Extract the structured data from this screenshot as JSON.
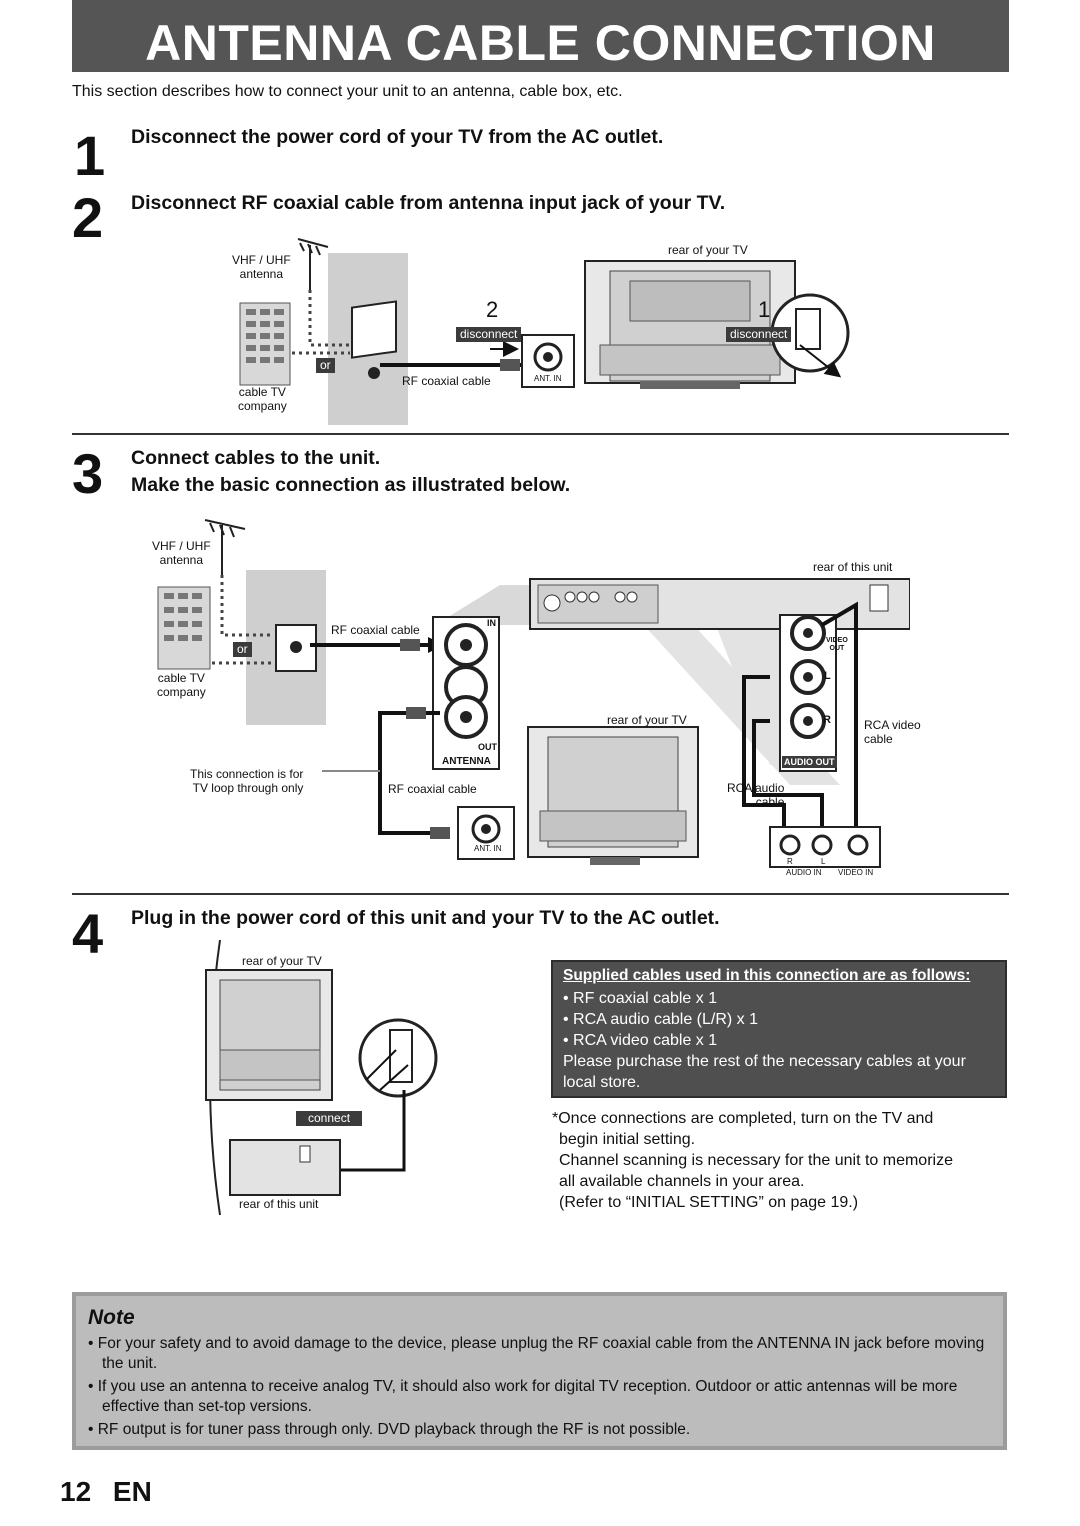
{
  "title": "ANTENNA CABLE CONNECTION",
  "intro": "This section describes how to connect your unit to an antenna, cable box, etc.",
  "steps": [
    {
      "num": "1",
      "heading": "Disconnect the power cord of your TV from the AC outlet."
    },
    {
      "num": "2",
      "heading": "Disconnect RF coaxial cable from antenna input jack of your TV."
    },
    {
      "num": "3",
      "heading": "Connect cables to the unit.",
      "heading2": "Make the basic connection as illustrated below."
    },
    {
      "num": "4",
      "heading": "Plug in the power cord of this unit and your TV to the AC outlet."
    }
  ],
  "diagram1": {
    "antenna": "VHF / UHF\nantenna",
    "cable_tv": "cable TV\ncompany",
    "or": "or",
    "rear_tv": "rear of your TV",
    "num2": "2",
    "num1": "1",
    "disconnect_a": "disconnect",
    "disconnect_b": "disconnect",
    "rf_cable": "RF coaxial cable",
    "ant_in": "ANT. IN"
  },
  "diagram2": {
    "antenna": "VHF / UHF\nantenna",
    "cable_tv": "cable TV\ncompany",
    "or": "or",
    "rear_unit": "rear of this unit",
    "rf_cable_top": "RF coaxial cable",
    "in": "IN",
    "out": "OUT",
    "antenna_label": "ANTENNA",
    "rear_tv": "rear of your TV",
    "loop_note": "This connection is for\nTV loop through only",
    "rf_cable_bottom": "RF coaxial cable",
    "ant_in": "ANT. IN",
    "video_out": "VIDEO\nOUT",
    "l": "L",
    "r": "R",
    "audio_out": "AUDIO OUT",
    "rca_video": "RCA video\ncable",
    "rca_audio": "RCA audio\ncable",
    "tv_r": "R",
    "tv_l": "L",
    "audio_in": "AUDIO IN",
    "video_in": "VIDEO IN"
  },
  "diagram3": {
    "rear_tv": "rear of your TV",
    "connect": "connect",
    "rear_unit": "rear of this unit"
  },
  "supplied": {
    "heading": "Supplied cables used in this connection are as follows:",
    "items": [
      "RF coaxial cable x 1",
      "RCA audio cable (L/R) x 1",
      "RCA video cable x 1"
    ],
    "footer": "Please purchase the rest of the necessary cables at your local store."
  },
  "after_note": {
    "line1": "*Once connections are completed, turn on the TV and",
    "line2": "begin initial setting.",
    "line3": "Channel scanning is necessary for the unit to memorize",
    "line4": "all available channels in your area.",
    "line5": "(Refer to “INITIAL SETTING” on page 19.)"
  },
  "note": {
    "title": "Note",
    "items": [
      "For your safety and to avoid damage to the device, please unplug the RF coaxial cable from the ANTENNA IN jack before moving the unit.",
      "If you use an antenna to receive analog TV, it should also work for digital TV reception. Outdoor or attic antennas will be more effective than set-top versions.",
      "RF output is for tuner pass through only. DVD playback through the RF is not possible."
    ]
  },
  "footer": "12 EN"
}
